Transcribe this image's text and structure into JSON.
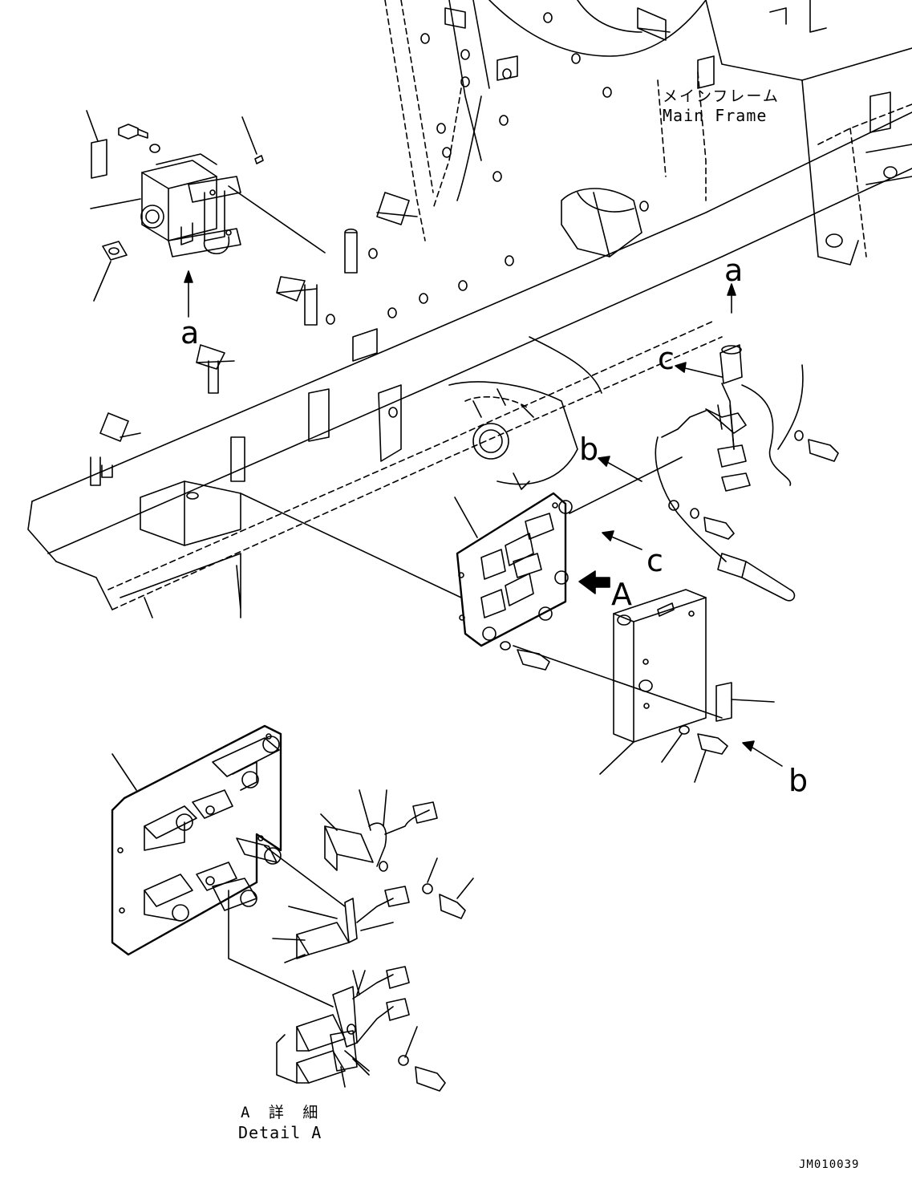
{
  "labels": {
    "main_frame_jp": "メインフレーム",
    "main_frame_en": "Main Frame",
    "detail_jp": "A 詳 細",
    "detail_en": "Detail A",
    "drawing_code": "JM010039",
    "view_A": "A",
    "callout_a": "a",
    "callout_b": "b",
    "callout_c": "c"
  },
  "colors": {
    "line": "#000000",
    "background": "#ffffff"
  }
}
